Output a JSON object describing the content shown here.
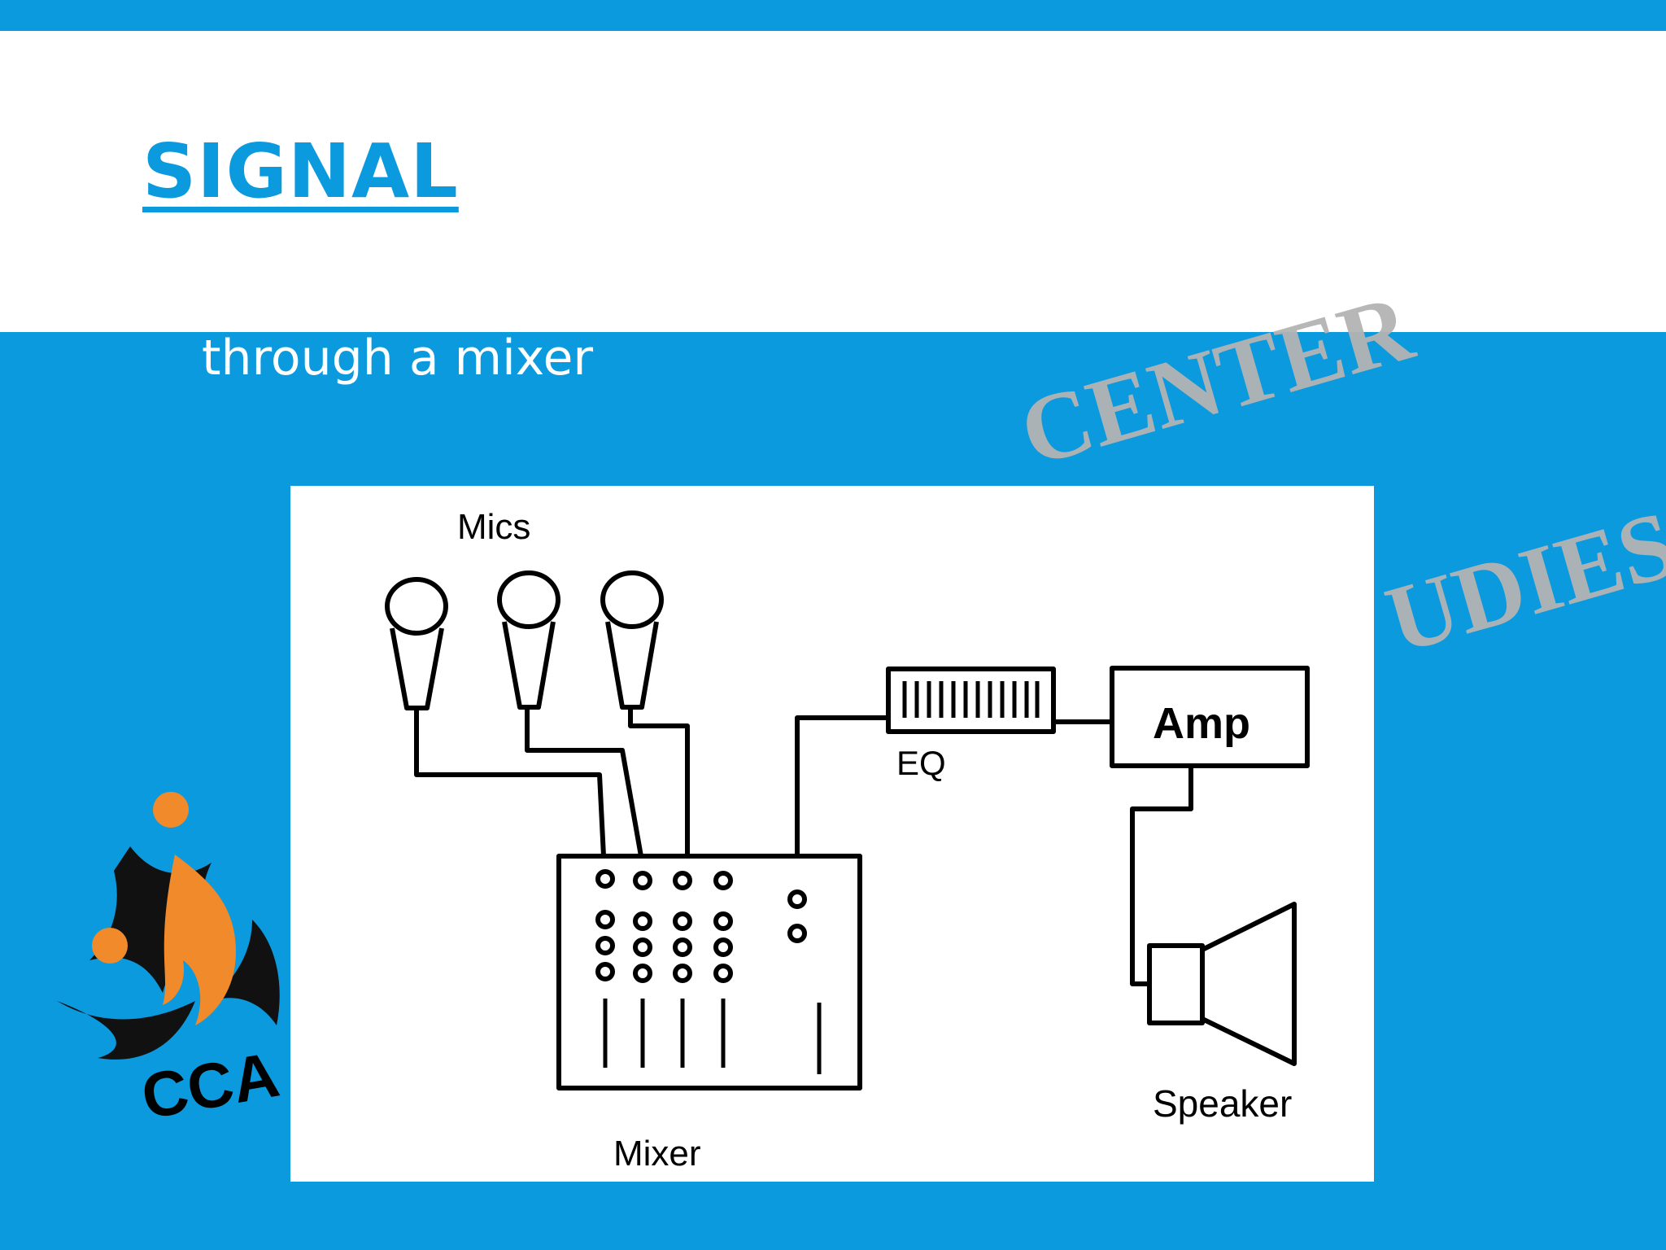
{
  "slide": {
    "title": "SIGNAL",
    "subtitle": "through a mixer",
    "watermark_line1": "CENTER",
    "watermark_line2": "UDIES",
    "logo_text": "CCA"
  },
  "diagram": {
    "labels": {
      "mics": "Mics",
      "eq": "EQ",
      "amp": "Amp",
      "mixer": "Mixer",
      "speaker": "Speaker"
    }
  },
  "colors": {
    "background": "#0b9ade",
    "title": "#0b9ade",
    "logo_orange": "#f08a2a",
    "logo_black": "#111111"
  }
}
